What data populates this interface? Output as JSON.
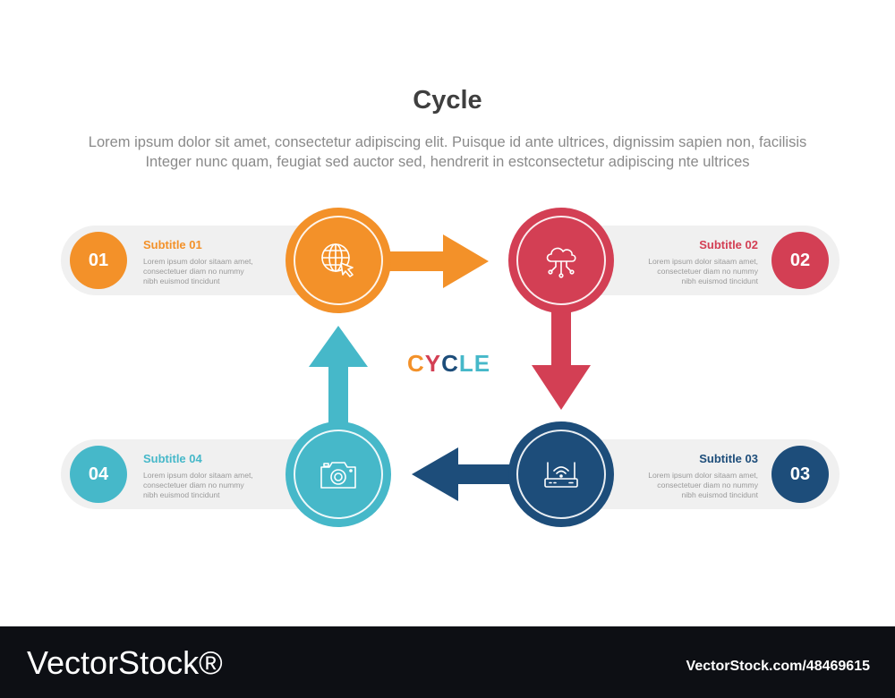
{
  "header": {
    "title": "Cycle",
    "line1": "Lorem ipsum dolor sit amet, consectetur adipiscing elit. Puisque id ante ultrices, dignissim sapien non, facilisis",
    "line2": "Integer nunc quam, feugiat sed auctor sed, hendrerit in estconsectetur adipiscing nte ultrices"
  },
  "center": {
    "letters": [
      "C",
      "Y",
      "C",
      "L",
      "E"
    ]
  },
  "steps": [
    {
      "num": "01",
      "subtitle": "Subtitle 01",
      "body": [
        "Lorem ipsum dolor sitaam amet,",
        "consectetuer diam no nummy",
        "nibh euismod tincidunt"
      ],
      "color": "#f39129",
      "icon": "globe-cursor-icon"
    },
    {
      "num": "02",
      "subtitle": "Subtitle 02",
      "body": [
        "Lorem ipsum dolor sitaam amet,",
        "consectetuer diam no nummy",
        "nibh euismod tincidunt"
      ],
      "color": "#d33f54",
      "icon": "cloud-network-icon"
    },
    {
      "num": "03",
      "subtitle": "Subtitle 03",
      "body": [
        "Lorem ipsum dolor sitaam amet,",
        "consectetuer diam no nummy",
        "nibh euismod tincidunt"
      ],
      "color": "#1d4d7a",
      "icon": "wifi-router-icon"
    },
    {
      "num": "04",
      "subtitle": "Subtitle 04",
      "body": [
        "Lorem ipsum dolor sitaam amet,",
        "consectetuer diam no nummy",
        "nibh euismod tincidunt"
      ],
      "color": "#46b8c9",
      "icon": "camera-icon"
    }
  ],
  "footer": {
    "brand": "VectorStock®",
    "image_id": "VectorStock.com/48469615"
  }
}
